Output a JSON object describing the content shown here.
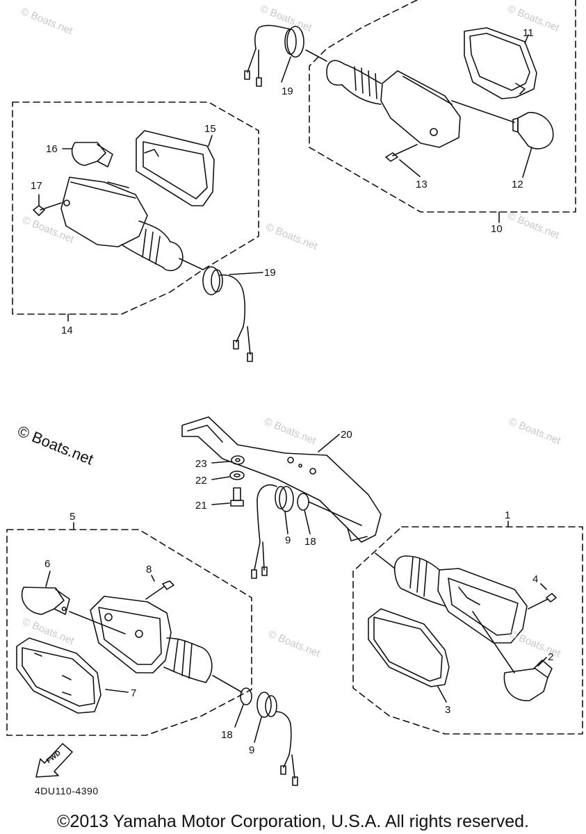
{
  "watermarks": {
    "small": "© Boats.net",
    "large": "© Boats.net"
  },
  "callouts": {
    "c1": "1",
    "c2": "2",
    "c3": "3",
    "c4": "4",
    "c5": "5",
    "c6": "6",
    "c7": "7",
    "c8": "8",
    "c9a": "9",
    "c9b": "9",
    "c10": "10",
    "c11": "11",
    "c12": "12",
    "c13": "13",
    "c14": "14",
    "c15": "15",
    "c16": "16",
    "c17": "17",
    "c18a": "18",
    "c18b": "18",
    "c19a": "19",
    "c19b": "19",
    "c20": "20",
    "c21": "21",
    "c22": "22",
    "c23": "23"
  },
  "fwd_label": "FWD",
  "drawing_code": "4DU110-4390",
  "copyright": "©2013 Yamaha Motor Corporation, U.S.A. All rights reserved.",
  "colors": {
    "line": "#111111",
    "watermark": "#c8c8c8",
    "background": "#ffffff"
  }
}
